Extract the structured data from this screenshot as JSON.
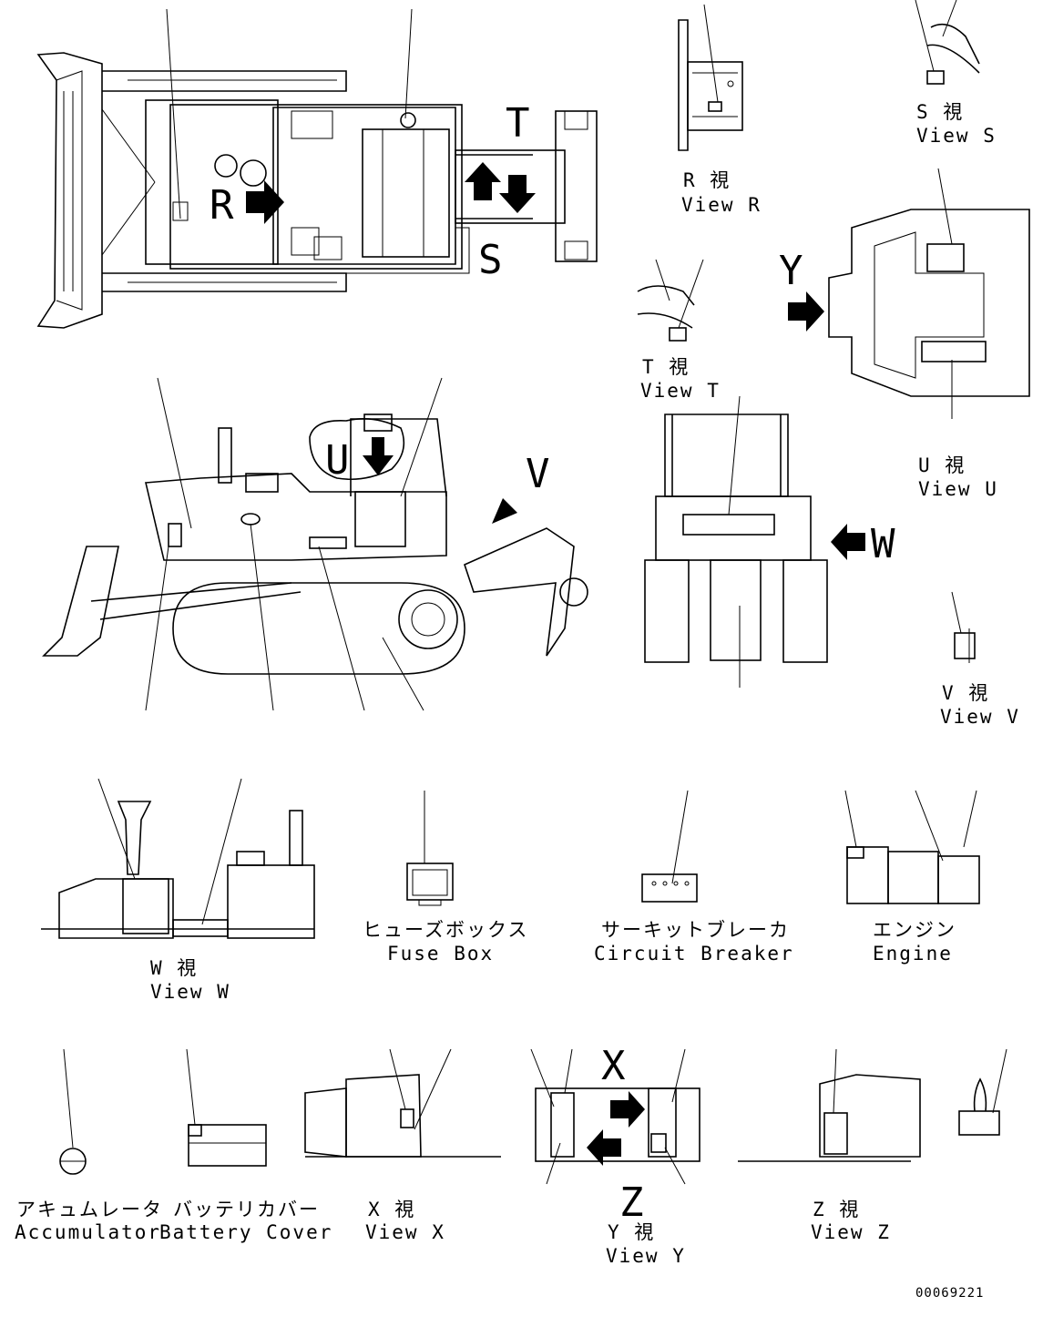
{
  "view_letters": {
    "R": "R",
    "S": "S",
    "T": "T",
    "U": "U",
    "V": "V",
    "W": "W",
    "X": "X",
    "Y": "Y",
    "Z": "Z"
  },
  "labels": {
    "view_r": {
      "jp": "R 視",
      "en": "View R"
    },
    "view_s": {
      "jp": "S 視",
      "en": "View S"
    },
    "view_t": {
      "jp": "T 視",
      "en": "View T"
    },
    "view_u": {
      "jp": "U 視",
      "en": "View U"
    },
    "view_v": {
      "jp": "V 視",
      "en": "View V"
    },
    "view_w": {
      "jp": "W 視",
      "en": "View W"
    },
    "view_x": {
      "jp": "X 視",
      "en": "View X"
    },
    "view_y": {
      "jp": "Y 視",
      "en": "View Y"
    },
    "view_z": {
      "jp": "Z 視",
      "en": "View Z"
    },
    "fuse_box": {
      "jp": "ヒューズボックス",
      "en": "Fuse Box"
    },
    "circuit_breaker": {
      "jp": "サーキットブレーカ",
      "en": "Circuit Breaker"
    },
    "engine": {
      "jp": "エンジン",
      "en": "Engine"
    },
    "accumulator": {
      "jp": "アキュムレータ",
      "en": "Accumulator"
    },
    "battery_cover": {
      "jp": "バッテリカバー",
      "en": "Battery Cover"
    }
  },
  "drawing_number": "00069221"
}
